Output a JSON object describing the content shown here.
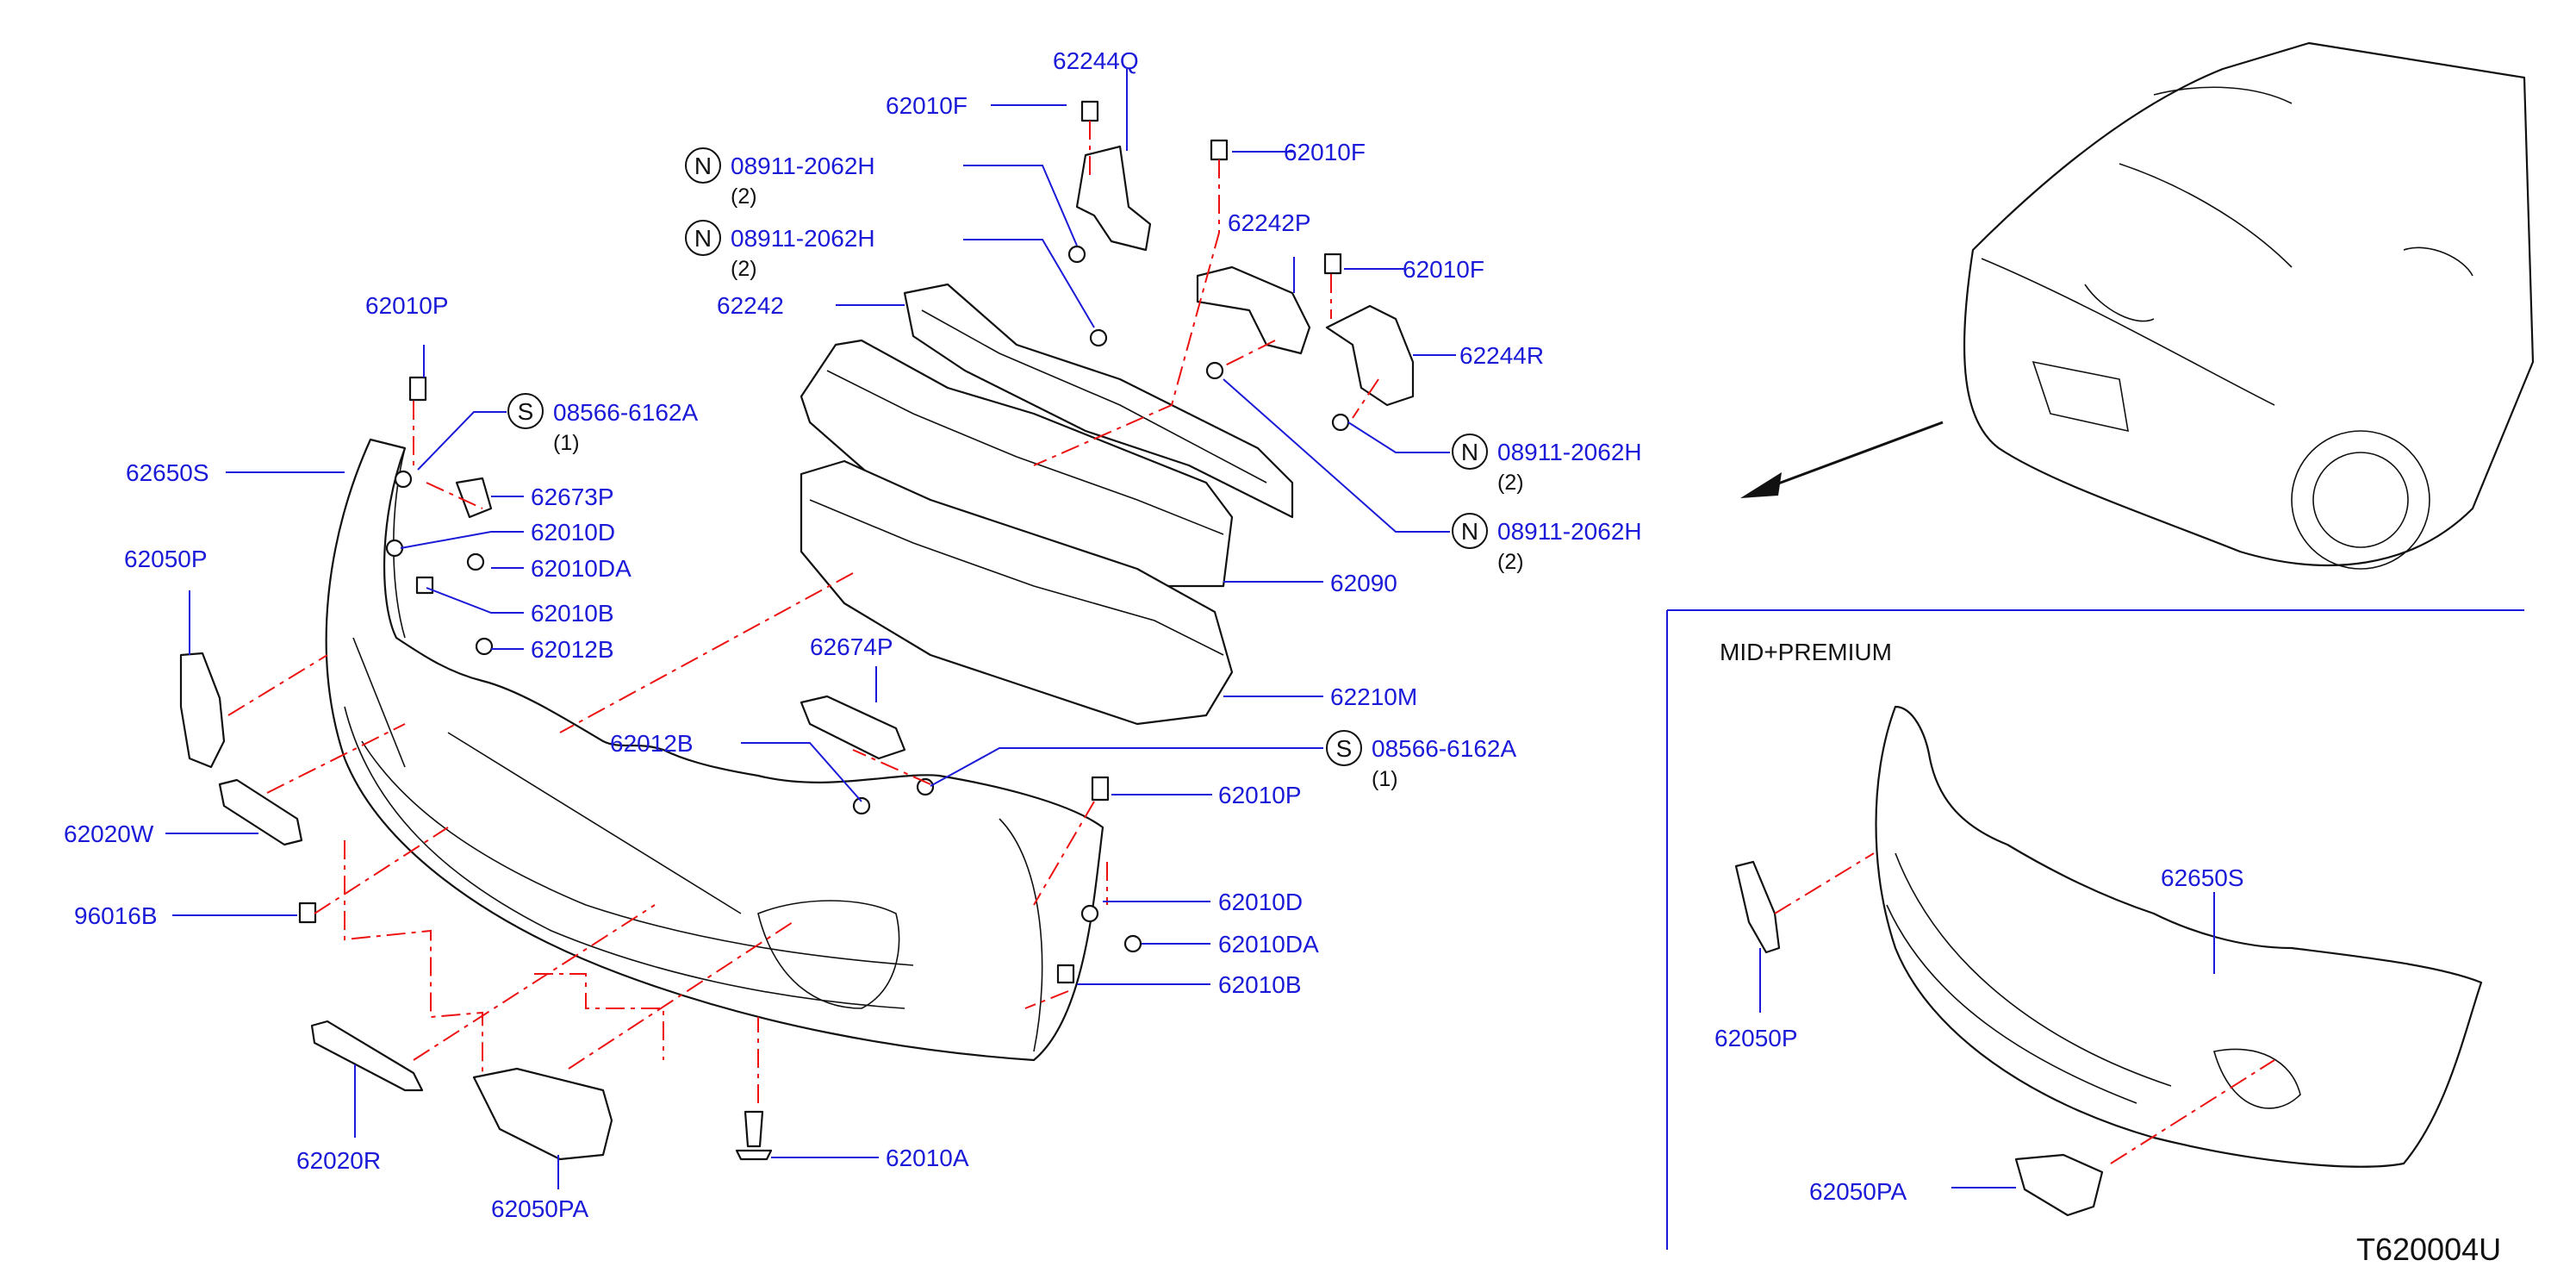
{
  "diagram_code": "T620004U",
  "section_label": "MID+PREMIUM",
  "callouts": [
    {
      "id": "62244Q",
      "text": "62244Q"
    },
    {
      "id": "62010F_a",
      "text": "62010F"
    },
    {
      "id": "62010F_b",
      "text": "62010F"
    },
    {
      "id": "62010F_c",
      "text": "62010F"
    },
    {
      "id": "N1",
      "badge": "N",
      "text": "08911-2062H",
      "qty": "(2)"
    },
    {
      "id": "N2",
      "badge": "N",
      "text": "08911-2062H",
      "qty": "(2)"
    },
    {
      "id": "N3",
      "badge": "N",
      "text": "08911-2062H",
      "qty": "(2)"
    },
    {
      "id": "N4",
      "badge": "N",
      "text": "08911-2062H",
      "qty": "(2)"
    },
    {
      "id": "62242P",
      "text": "62242P"
    },
    {
      "id": "62242",
      "text": "62242"
    },
    {
      "id": "62244R",
      "text": "62244R"
    },
    {
      "id": "62010P_a",
      "text": "62010P"
    },
    {
      "id": "S1",
      "badge": "S",
      "text": "08566-6162A",
      "qty": "(1)"
    },
    {
      "id": "S2",
      "badge": "S",
      "text": "08566-6162A",
      "qty": "(1)"
    },
    {
      "id": "62650S_a",
      "text": "62650S"
    },
    {
      "id": "62673P",
      "text": "62673P"
    },
    {
      "id": "62010D_a",
      "text": "62010D"
    },
    {
      "id": "62010DA_a",
      "text": "62010DA"
    },
    {
      "id": "62010B_a",
      "text": "62010B"
    },
    {
      "id": "62012B_a",
      "text": "62012B"
    },
    {
      "id": "62050P_a",
      "text": "62050P"
    },
    {
      "id": "62090",
      "text": "62090"
    },
    {
      "id": "62210M",
      "text": "62210M"
    },
    {
      "id": "62674P",
      "text": "62674P"
    },
    {
      "id": "62012B_b",
      "text": "62012B"
    },
    {
      "id": "62020W",
      "text": "62020W"
    },
    {
      "id": "62010P_b",
      "text": "62010P"
    },
    {
      "id": "96016B",
      "text": "96016B"
    },
    {
      "id": "62010D_b",
      "text": "62010D"
    },
    {
      "id": "62010DA_b",
      "text": "62010DA"
    },
    {
      "id": "62010B_b",
      "text": "62010B"
    },
    {
      "id": "62020R",
      "text": "62020R"
    },
    {
      "id": "62050PA_a",
      "text": "62050PA"
    },
    {
      "id": "62010A",
      "text": "62010A"
    },
    {
      "id": "62650S_b",
      "text": "62650S"
    },
    {
      "id": "62050P_b",
      "text": "62050P"
    },
    {
      "id": "62050PA_b",
      "text": "62050PA"
    }
  ]
}
